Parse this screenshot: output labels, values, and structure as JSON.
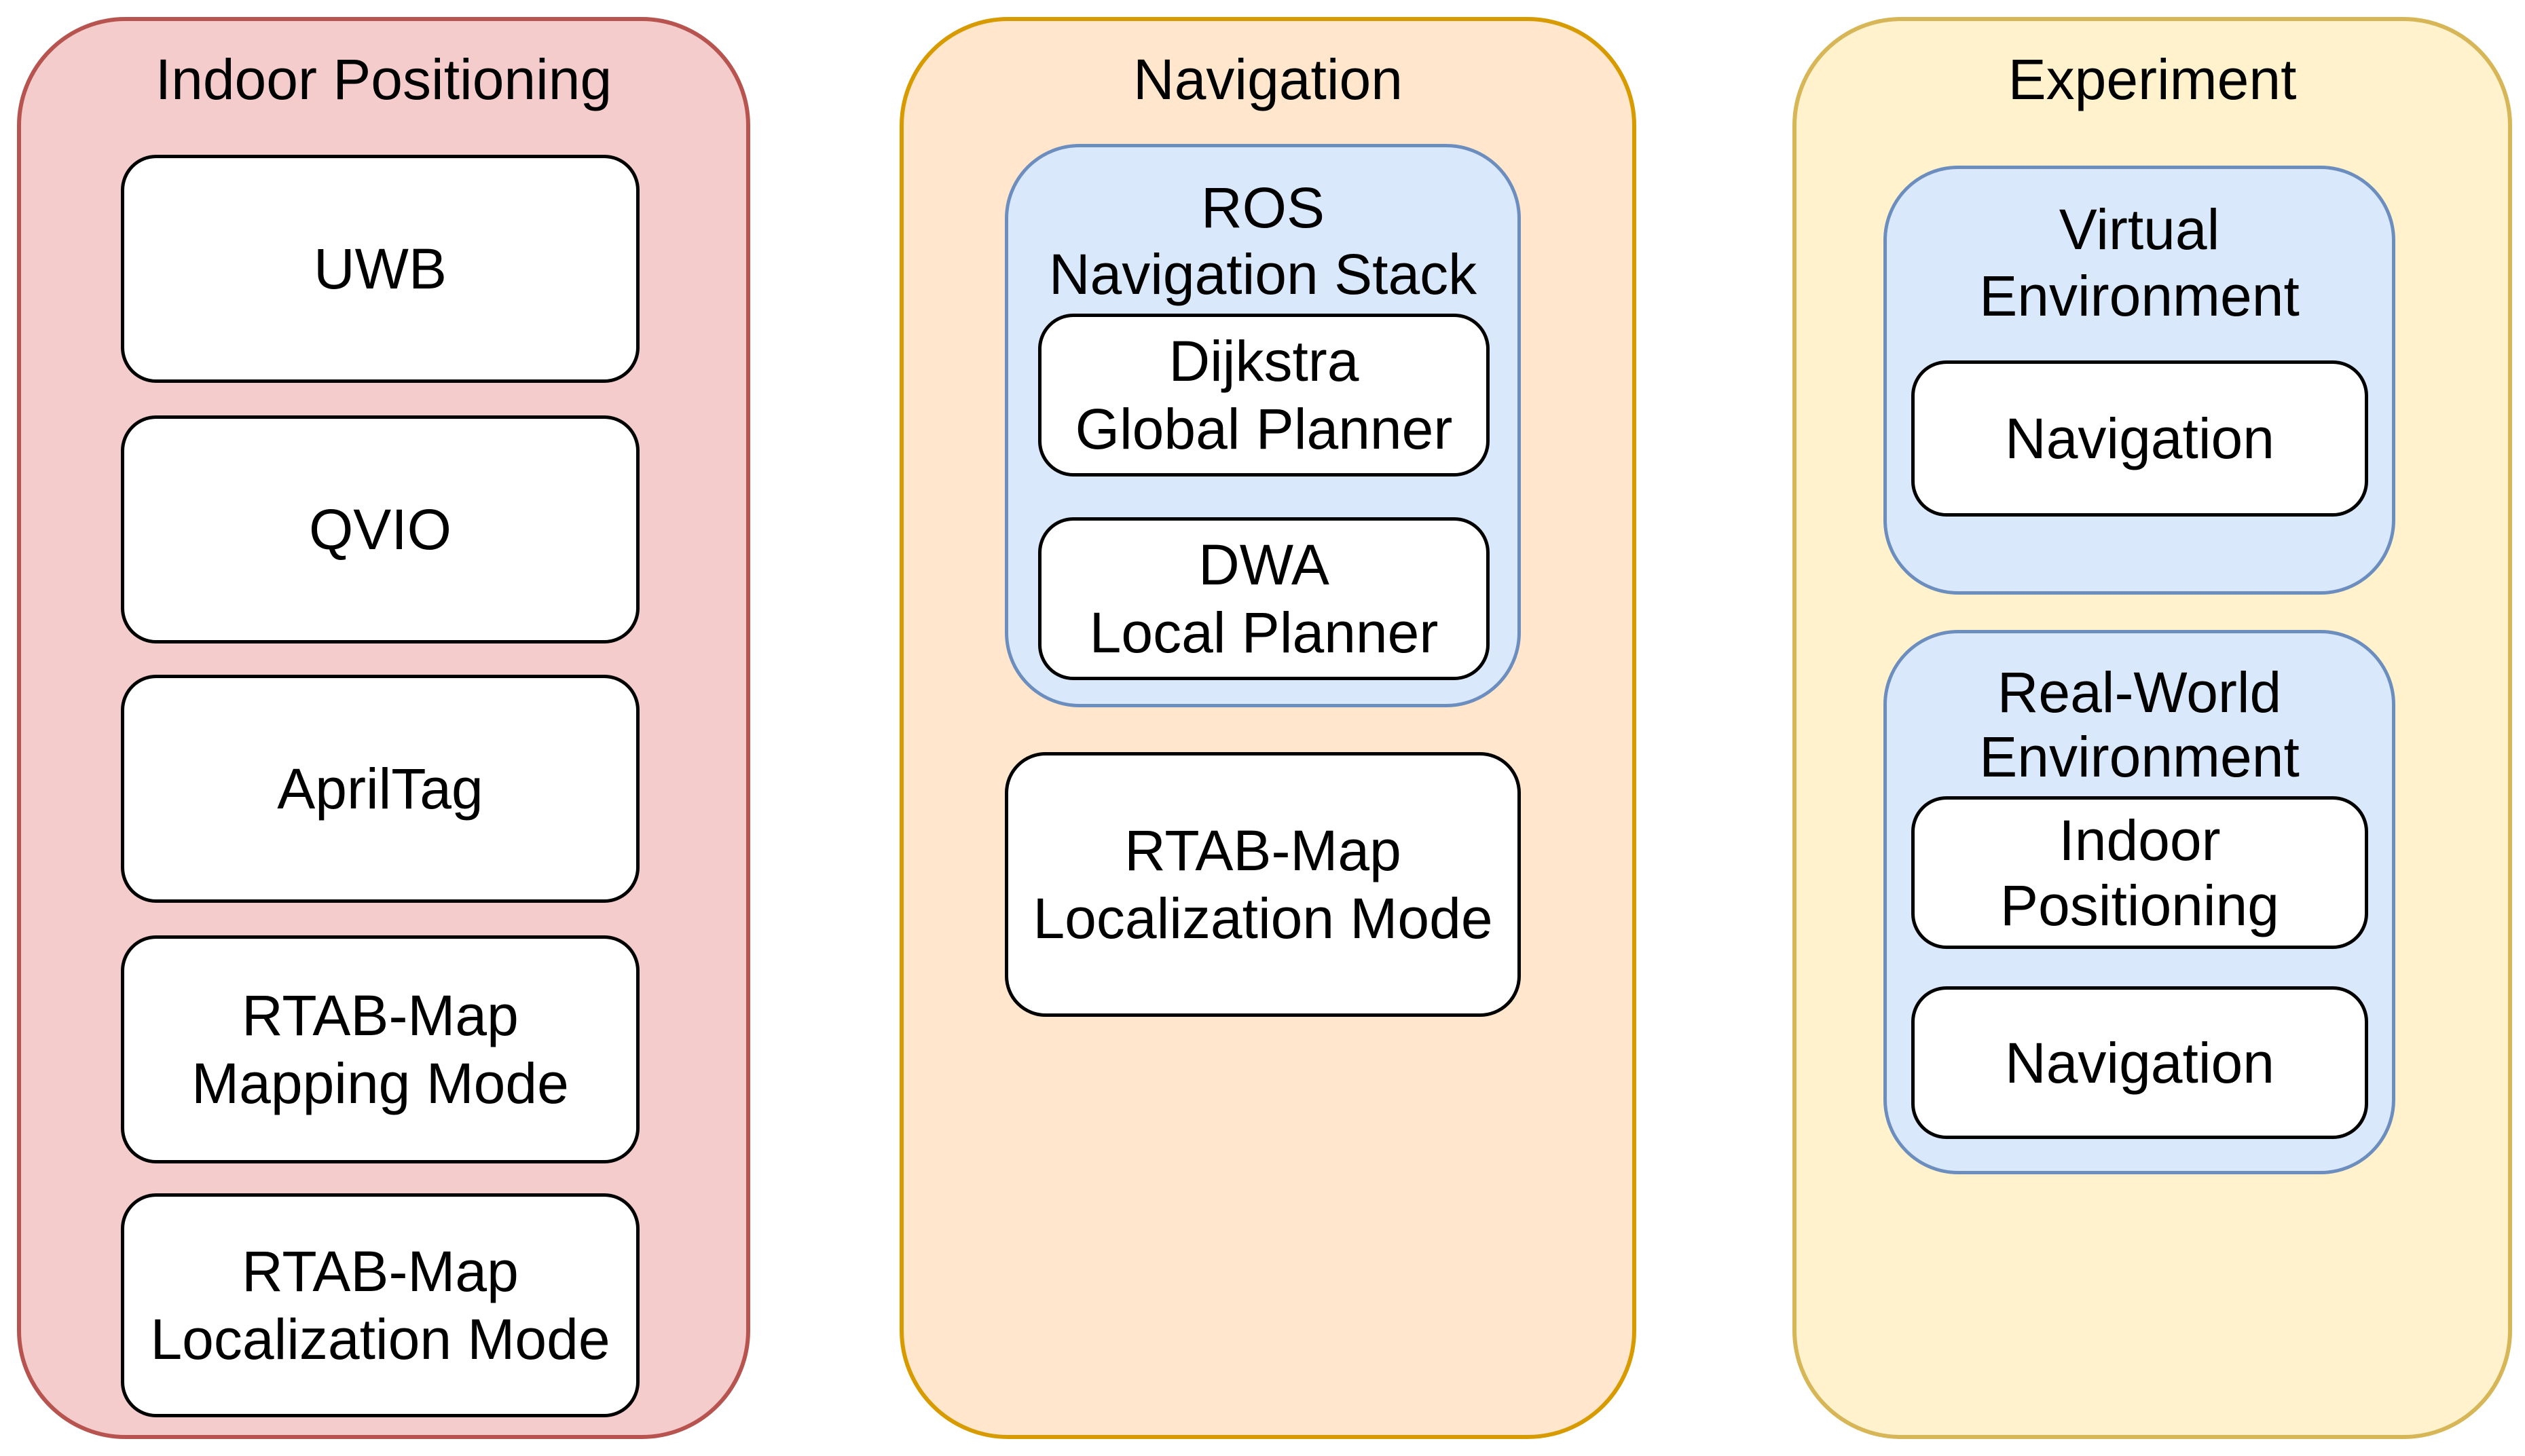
{
  "colors": {
    "indoor_positioning_fill": "#f4cccb",
    "indoor_positioning_stroke": "#b85450",
    "navigation_fill": "#ffe6cc",
    "navigation_stroke": "#d79b00",
    "experiment_fill": "#fff2cc",
    "experiment_stroke": "#d6b656",
    "subgroup_fill": "#dae8fc",
    "subgroup_stroke": "#6c8ebf",
    "box_fill": "#ffffff",
    "box_stroke": "#000000",
    "text": "#000000"
  },
  "panels": {
    "indoor_positioning": {
      "title": "Indoor Positioning",
      "boxes": {
        "uwb": {
          "label": "UWB"
        },
        "qvio": {
          "label": "QVIO"
        },
        "apriltag": {
          "label": "AprilTag"
        },
        "rtab_mapping": {
          "line1": "RTAB-Map",
          "line2": "Mapping Mode"
        },
        "rtab_localization": {
          "line1": "RTAB-Map",
          "line2": "Localization Mode"
        }
      }
    },
    "navigation": {
      "title": "Navigation",
      "ros_stack": {
        "title_line1": "ROS",
        "title_line2": "Navigation Stack",
        "dijkstra": {
          "line1": "Dijkstra",
          "line2": "Global Planner"
        },
        "dwa": {
          "line1": "DWA",
          "line2": "Local Planner"
        }
      },
      "rtab_localization": {
        "line1": "RTAB-Map",
        "line2": "Localization Mode"
      }
    },
    "experiment": {
      "title": "Experiment",
      "virtual_env": {
        "title_line1": "Virtual",
        "title_line2": "Environment",
        "navigation": {
          "label": "Navigation"
        }
      },
      "real_world_env": {
        "title_line1": "Real-World",
        "title_line2": "Environment",
        "indoor_positioning": {
          "line1": "Indoor",
          "line2": "Positioning"
        },
        "navigation": {
          "label": "Navigation"
        }
      }
    }
  }
}
